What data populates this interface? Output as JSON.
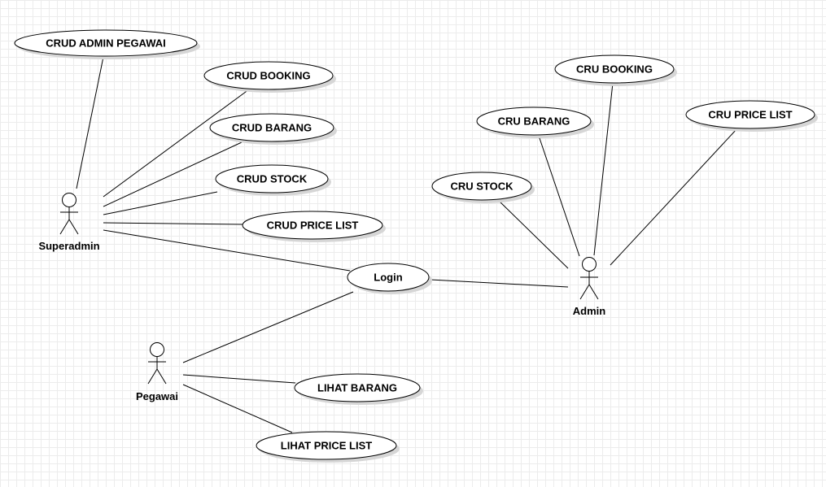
{
  "actors": {
    "superadmin": "Superadmin",
    "admin": "Admin",
    "pegawai": "Pegawai"
  },
  "use_cases": {
    "crud_admin_pegawai": "CRUD ADMIN PEGAWAI",
    "crud_booking": "CRUD BOOKING",
    "crud_barang": "CRUD BARANG",
    "crud_stock": "CRUD STOCK",
    "crud_price_list": "CRUD PRICE LIST",
    "login": "Login",
    "cru_booking": "CRU BOOKING",
    "cru_barang": "CRU BARANG",
    "cru_price_list": "CRU PRICE LIST",
    "cru_stock": "CRU STOCK",
    "lihat_barang": "LIHAT BARANG",
    "lihat_price_list": "LIHAT PRICE LIST"
  },
  "colors": {
    "grid": "#ececec",
    "line": "#000000",
    "fill": "#ffffff",
    "shadow": "#d6d6d6"
  }
}
